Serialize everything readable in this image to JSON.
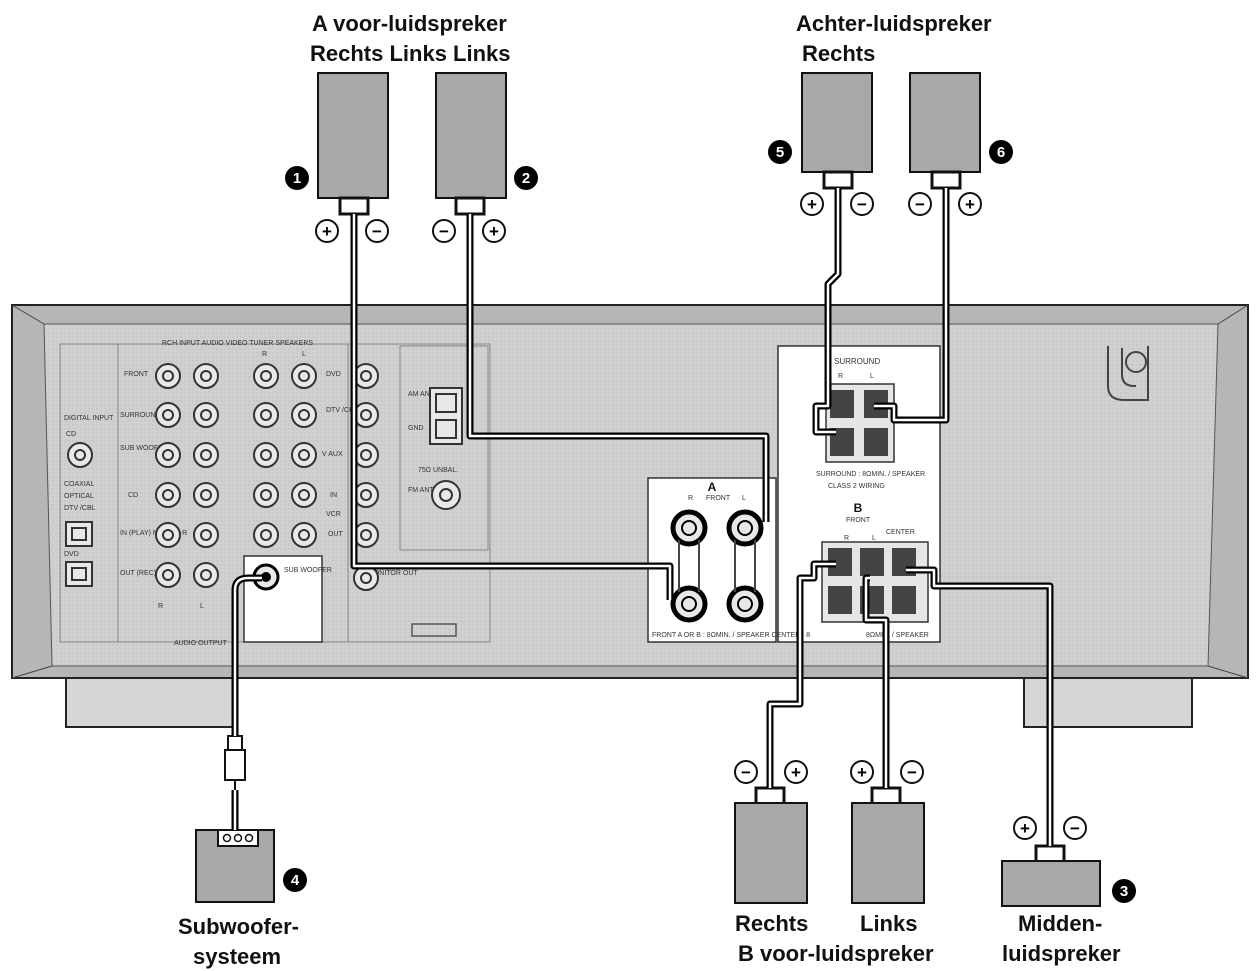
{
  "labels": {
    "front_a": {
      "line1": "A voor-luidspreker",
      "line2": "Rechts Links Links"
    },
    "rear": {
      "line1": "Achter-luidspreker",
      "line2": "Rechts"
    },
    "subwoofer": {
      "line1": "Subwoofer-",
      "line2": "systeem"
    },
    "front_b": {
      "right": "Rechts",
      "left": "Links",
      "line2": "B voor-luidspreker"
    },
    "center": {
      "line1": "Midden-",
      "line2": "luidspreker"
    }
  },
  "markers": {
    "m1": "1",
    "m2": "2",
    "m3": "3",
    "m4": "4",
    "m5": "5",
    "m6": "6"
  },
  "panel": {
    "surround_title": "SURROUND",
    "surround_bottom": "SURROUND : 8ΩMIN. / SPEAKER",
    "class2": "CLASS 2 WIRING",
    "a_label": "A",
    "a_front": "FRONT",
    "a_bottom": "FRONT A OR B : 8ΩMIN. / SPEAKER CENTER : 8",
    "b_label": "B",
    "b_front": "FRONT",
    "b_center": "CENTER",
    "b_bottom": "8ΩMIN. / SPEAKER",
    "r": "R",
    "l": "L",
    "sub_woofer": "SUB WOOFER",
    "audio_output": "AUDIO OUTPUT",
    "top_header": "RCH INPUT AUDIO VIDEO TUNER SPEAKERS",
    "digital_input": "DIGITAL INPUT",
    "row_front": "FRONT",
    "row_surround": "SURROUND",
    "row_subwoofer": "SUB WOOFER",
    "row_cd": "CD",
    "row_md_in": "IN (PLAY) MD / CD-R",
    "row_md_out": "OUT (REC)",
    "dvd": "DVD",
    "dtv": "DTV /CBL",
    "vaux": "V AUX",
    "vcr_in": "IN",
    "vcr": "VCR",
    "vcr_out": "OUT",
    "monitor_out": "MONITOR OUT",
    "am_ant": "AM ANT",
    "gnd": "GND",
    "fm_ant": "FM ANT",
    "fm_ohm": "75Ω UNBAL.",
    "optical": "OPTICAL",
    "coaxial": "COAXIAL",
    "cd_digital": "CD",
    "dtv_cbl_digital": "DTV /CBL",
    "dvd_digital": "DVD"
  },
  "polarity": {
    "plus": "+",
    "minus": "−"
  }
}
